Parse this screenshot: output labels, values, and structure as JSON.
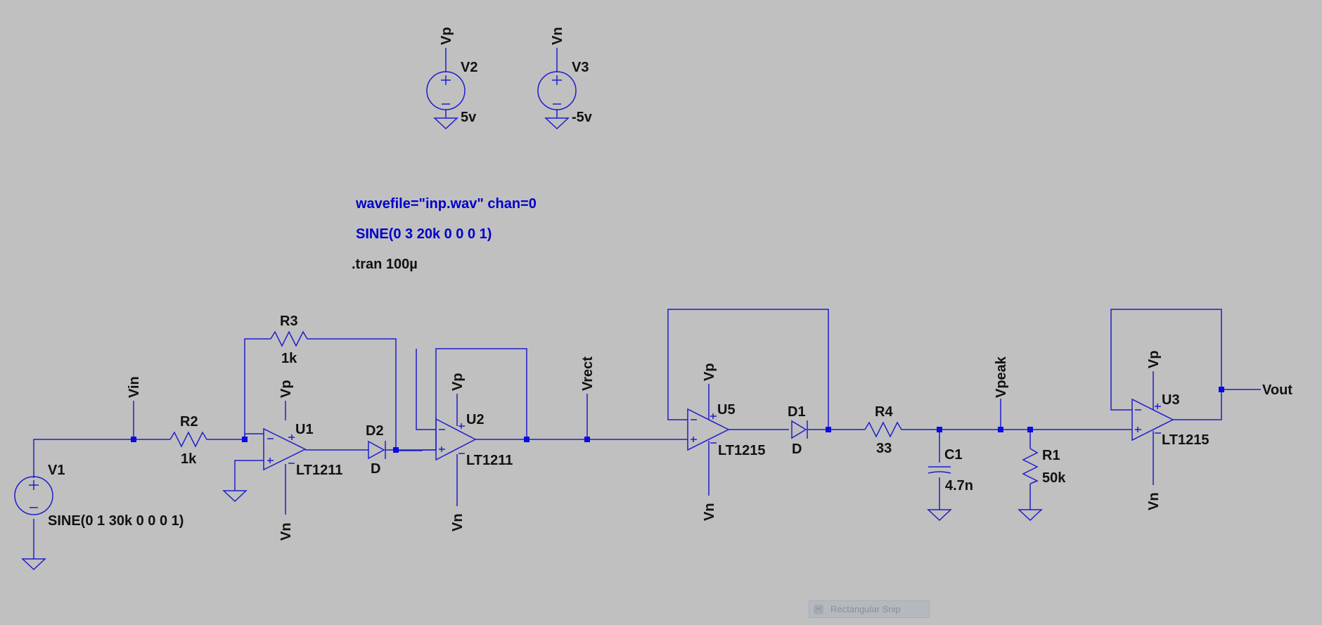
{
  "labels": {
    "vp_top": "Vp",
    "vn_top": "Vn",
    "v2": "V2",
    "v2_val": "5v",
    "v3": "V3",
    "v3_val": "-5v",
    "dir_wavefile": "wavefile=\"inp.wav\" chan=0",
    "dir_sine": "SINE(0 3 20k 0 0 0 1)",
    "dir_tran": ".tran 100µ",
    "vin": "Vin",
    "r2": "R2",
    "r2_val": "1k",
    "r3": "R3",
    "r3_val": "1k",
    "u1": "U1",
    "u1_model": "LT1211",
    "vp_u1": "Vp",
    "vn_u1": "Vn",
    "d2": "D2",
    "d2_model": "D",
    "u2": "U2",
    "u2_model": "LT1211",
    "vp_u2": "Vp",
    "vn_u2": "Vn",
    "vrect": "Vrect",
    "u5": "U5",
    "u5_model": "LT1215",
    "vp_u5": "Vp",
    "vn_u5": "Vn",
    "d1": "D1",
    "d1_model": "D",
    "r4": "R4",
    "r4_val": "33",
    "c1": "C1",
    "c1_val": "4.7n",
    "vpeak": "Vpeak",
    "r1": "R1",
    "r1_val": "50k",
    "u3": "U3",
    "u3_model": "LT1215",
    "vp_u3": "Vp",
    "vn_u3": "Vn",
    "vout": "Vout",
    "v1": "V1",
    "v1_val": "SINE(0 1 30k 0 0 0 1)"
  },
  "taskbar": {
    "snip_label": "Rectangular Snip"
  },
  "colors": {
    "background": "#c0c0c0",
    "wire": "#1e1ecc",
    "directive": "#0000cc",
    "text": "#111111"
  }
}
